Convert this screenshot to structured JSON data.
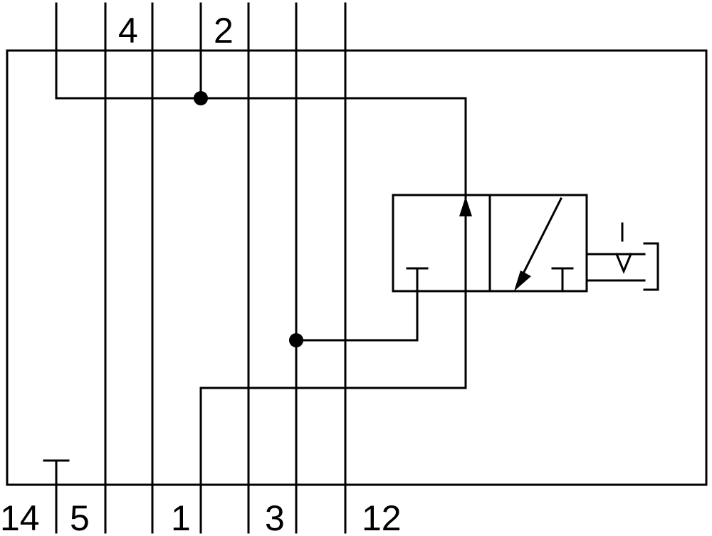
{
  "diagram": {
    "port_labels": {
      "port_4": "4",
      "port_2": "2",
      "port_14": "14",
      "port_5": "5",
      "port_1": "1",
      "port_3": "3",
      "port_12": "12"
    },
    "colors": {
      "line": "#000000",
      "background": "#ffffff"
    }
  }
}
